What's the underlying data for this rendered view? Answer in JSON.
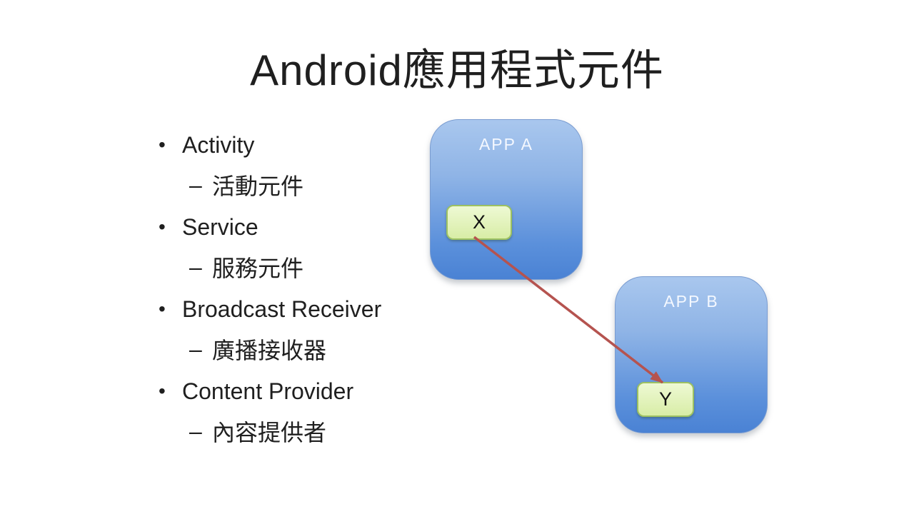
{
  "title": "Android應用程式元件",
  "glyphs": {
    "bullet": "•",
    "dash": "–"
  },
  "bullets": [
    {
      "label": "Activity",
      "sub": "活動元件"
    },
    {
      "label": "Service",
      "sub": "服務元件"
    },
    {
      "label": "Broadcast Receiver",
      "sub": "廣播接收器"
    },
    {
      "label": "Content Provider",
      "sub": "內容提供者"
    }
  ],
  "diagram": {
    "app_a": {
      "label": "APP A",
      "component": "X"
    },
    "app_b": {
      "label": "APP B",
      "component": "Y"
    },
    "arrow_color": "#b5534f",
    "colors": {
      "app_box_top": "#a9c7ee",
      "app_box_bottom": "#4a82d4",
      "component_top": "#eef9d4",
      "component_bottom": "#d8eda6",
      "component_border": "#9dc161",
      "app_label_text": "#f4f8ff",
      "body_text": "#1f1f1f"
    }
  }
}
